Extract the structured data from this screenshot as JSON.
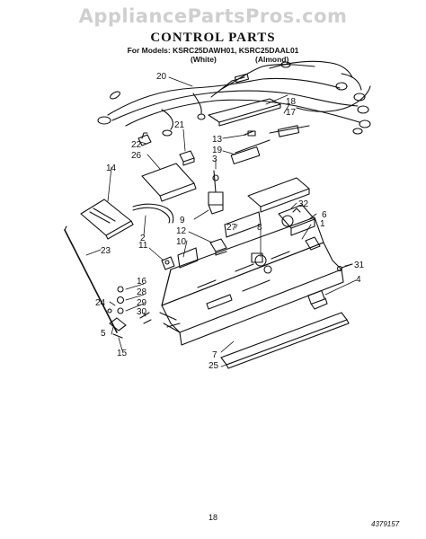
{
  "watermark": "AppliancePartsPros.com",
  "header": {
    "title": "CONTROL PARTS",
    "models": "For Models: KSRC25DAWH01, KSRC25DAAL01",
    "variant_left": "(White)",
    "variant_right": "(Almond)"
  },
  "callouts": [
    {
      "label": "20"
    },
    {
      "label": "18"
    },
    {
      "label": "17"
    },
    {
      "label": "21"
    },
    {
      "label": "13"
    },
    {
      "label": "22"
    },
    {
      "label": "26"
    },
    {
      "label": "19"
    },
    {
      "label": "3"
    },
    {
      "label": "14"
    },
    {
      "label": "32"
    },
    {
      "label": "6"
    },
    {
      "label": "9"
    },
    {
      "label": "12"
    },
    {
      "label": "27"
    },
    {
      "label": "8"
    },
    {
      "label": "1"
    },
    {
      "label": "2"
    },
    {
      "label": "10"
    },
    {
      "label": "11"
    },
    {
      "label": "23"
    },
    {
      "label": "31"
    },
    {
      "label": "16"
    },
    {
      "label": "28"
    },
    {
      "label": "4"
    },
    {
      "label": "24"
    },
    {
      "label": "29"
    },
    {
      "label": "30"
    },
    {
      "label": "5"
    },
    {
      "label": "15"
    },
    {
      "label": "7"
    },
    {
      "label": "25"
    }
  ],
  "footer": {
    "page_number": "18",
    "document_number": "4379157"
  }
}
